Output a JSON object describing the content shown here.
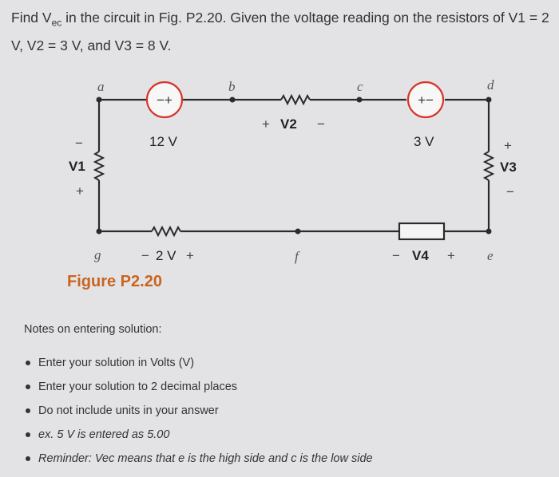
{
  "question": {
    "prefix": "Find V",
    "subscript": "ec",
    "suffix": " in the circuit in Fig. P2.20. Given the voltage reading on the resistors of V1 = 2 V, V2 = 3 V, and V3 = 8 V."
  },
  "circuit": {
    "nodes": {
      "a": "a",
      "b": "b",
      "c": "c",
      "d": "d",
      "e": "e",
      "f": "f",
      "g": "g"
    },
    "source_12v": {
      "label": "12 V",
      "polarity": "−+"
    },
    "source_3v": {
      "label": "3 V",
      "polarity": "+−"
    },
    "v1": {
      "label": "V1",
      "top_sign": "−",
      "bottom_sign": "+"
    },
    "v2": {
      "label": "V2",
      "left_sign": "+",
      "right_sign": "−"
    },
    "v3": {
      "label": "V3",
      "top_sign": "+",
      "bottom_sign": "−"
    },
    "v4": {
      "label": "V4",
      "left_sign": "−",
      "right_sign": "+"
    },
    "bottom_resistor": {
      "label": "2 V",
      "left_sign": "−",
      "right_sign": "+"
    }
  },
  "figure_title": "Figure P2.20",
  "notes": {
    "heading": "Notes on entering solution:",
    "items": [
      "Enter your solution in Volts (V)",
      "Enter your solution to 2 decimal places",
      "Do not include units in your answer",
      "ex. 5 V is entered as 5.00",
      "Reminder: Vec means that e is the high side and c is the low side"
    ]
  },
  "colors": {
    "background": "#e3e3e5",
    "wire": "#2b2b2b",
    "source_ring": "#d8352a",
    "figure_title": "#c9641f"
  }
}
